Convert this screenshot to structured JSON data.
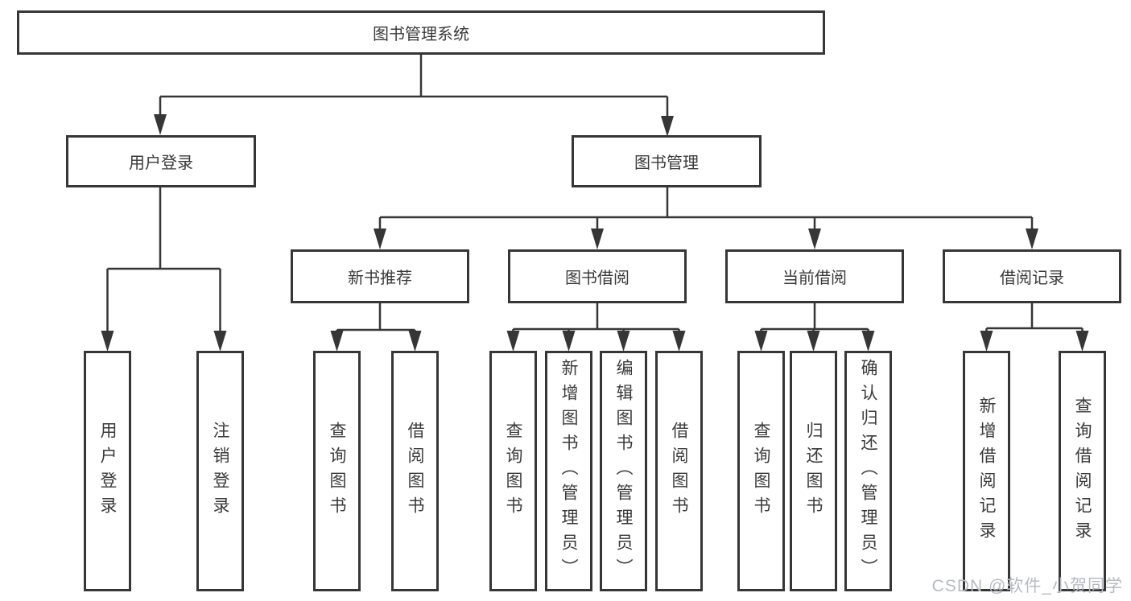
{
  "diagram": {
    "root": "图书管理系统",
    "branches": [
      {
        "label": "用户登录",
        "children": [
          "用户登录",
          "注销登录"
        ]
      },
      {
        "label": "图书管理",
        "children": [
          {
            "label": "新书推荐",
            "children": [
              "查询图书",
              "借阅图书"
            ]
          },
          {
            "label": "图书借阅",
            "children": [
              "查询图书",
              "新增图书（管理员）",
              "编辑图书（管理员）",
              "借阅图书"
            ]
          },
          {
            "label": "当前借阅",
            "children": [
              "查询图书",
              "归还图书",
              "确认归还（管理员）"
            ]
          },
          {
            "label": "借阅记录",
            "children": [
              "新增借阅记录",
              "查询借阅记录"
            ]
          }
        ]
      }
    ]
  },
  "watermark": "CSDN @软件_小贺同学",
  "colors": {
    "line": "#363636",
    "text": "#3a3a3a",
    "background": "#ffffff",
    "watermark": "#b7bbc1"
  }
}
